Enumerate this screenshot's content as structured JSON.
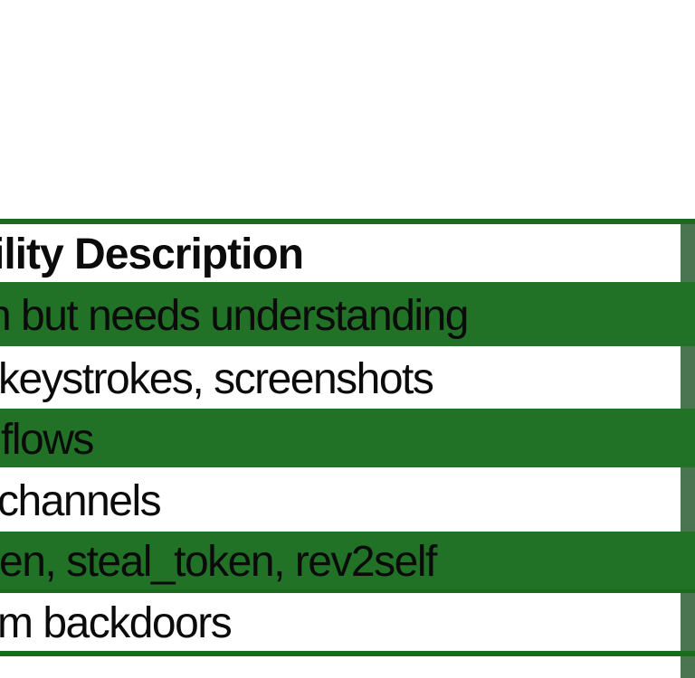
{
  "table": {
    "header": {
      "visible_text": "ility Description"
    },
    "rows": [
      {
        "visible_text": "n but needs understanding",
        "band": "green"
      },
      {
        "visible_text": "keystrokes, screenshots",
        "band": "white"
      },
      {
        "visible_text": "flows",
        "band": "green"
      },
      {
        "visible_text": "channels",
        "band": "white"
      },
      {
        "visible_text": "en, steal_token, rev2self",
        "band": "green"
      },
      {
        "visible_text": "m backdoors",
        "band": "white"
      }
    ]
  },
  "colors": {
    "row_band_green": "#217226",
    "border_green": "#1a6b1e",
    "page_edge_green": "#4a7550",
    "text": "#0b0b0b",
    "page_background": "#ffffff"
  }
}
